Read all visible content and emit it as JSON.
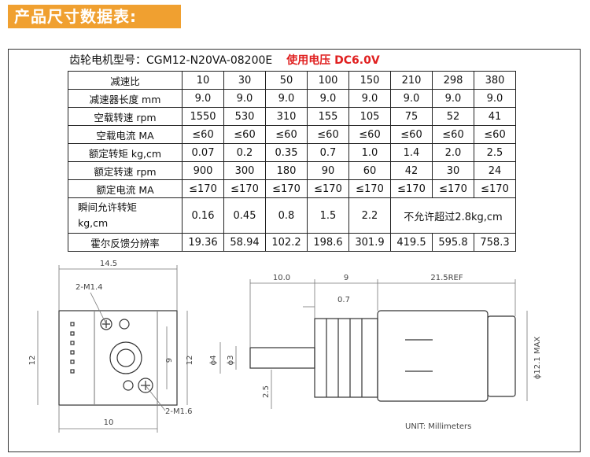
{
  "header": {
    "title": "产品尺寸数据表:"
  },
  "model": {
    "label": "齿轮电机型号：CGM12-N20VA-08200E",
    "voltage": "使用电压 DC6.0V"
  },
  "table": {
    "rows": [
      {
        "label": "减速比",
        "values": [
          "10",
          "30",
          "50",
          "100",
          "150",
          "210",
          "298",
          "380"
        ]
      },
      {
        "label": "减速器长度 mm",
        "values": [
          "9.0",
          "9.0",
          "9.0",
          "9.0",
          "9.0",
          "9.0",
          "9.0",
          "9.0"
        ]
      },
      {
        "label": "空载转速 rpm",
        "values": [
          "1550",
          "530",
          "310",
          "155",
          "105",
          "75",
          "52",
          "41"
        ]
      },
      {
        "label": "空载电流 MA",
        "values": [
          "≤60",
          "≤60",
          "≤60",
          "≤60",
          "≤60",
          "≤60",
          "≤60",
          "≤60"
        ]
      },
      {
        "label": "额定转矩 kg,cm",
        "values": [
          "0.07",
          "0.2",
          "0.35",
          "0.7",
          "1.0",
          "1.4",
          "2.0",
          "2.5"
        ]
      },
      {
        "label": "额定转速 rpm",
        "values": [
          "900",
          "300",
          "180",
          "90",
          "60",
          "42",
          "30",
          "24"
        ]
      },
      {
        "label": "额定电流  MA",
        "values": [
          "≤170",
          "≤170",
          "≤170",
          "≤170",
          "≤170",
          "≤170",
          "≤170",
          "≤170"
        ]
      },
      {
        "label_line1": "瞬间允许转矩",
        "label_line2": "kg,cm",
        "values": [
          "0.16",
          "0.45",
          "0.8",
          "1.5",
          "2.2"
        ],
        "merged_note": "不允许超过2.8kg,cm"
      },
      {
        "label": "霍尔反馈分辨率",
        "values": [
          "19.36",
          "58.94",
          "102.2",
          "198.6",
          "301.9",
          "419.5",
          "595.8",
          "758.3"
        ]
      }
    ]
  },
  "drawing": {
    "dim_width": "14.5",
    "hole_top": "2-M1.4",
    "hole_bottom": "2-M1.6",
    "dim_height_left": "12",
    "dim_9": "9",
    "dim_12_right": "12",
    "dim_bottom_10": "10",
    "side_10": "10.0",
    "side_9": "9",
    "side_07": "0.7",
    "side_215": "21.5REF",
    "side_d4": "ϕ4",
    "side_d3": "ϕ3",
    "side_25": "2.5",
    "side_d12": "ϕ12.1 MAX",
    "unit": "UNIT: Millimeters"
  }
}
